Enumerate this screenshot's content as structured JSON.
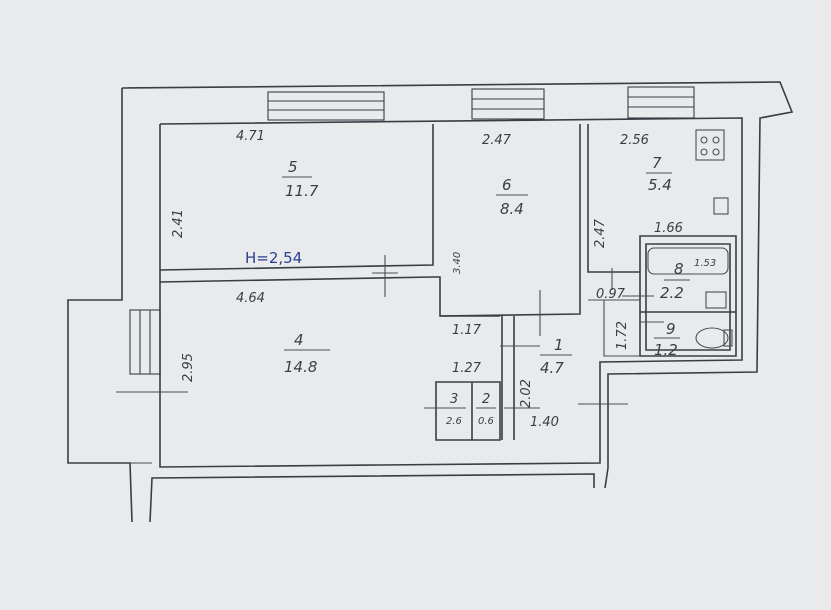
{
  "plan": {
    "height_note": "H=2,54",
    "rooms": [
      {
        "id": "5",
        "number": "5",
        "area": "11.7",
        "width": "4.71",
        "depth": "2.41"
      },
      {
        "id": "6",
        "number": "6",
        "area": "8.4",
        "width": "2.47",
        "depth": "3.40"
      },
      {
        "id": "7",
        "number": "7",
        "area": "5.4",
        "width": "2.56",
        "depth": "2.47"
      },
      {
        "id": "4",
        "number": "4",
        "area": "14.8",
        "width": "4.64",
        "depth": "2.95"
      },
      {
        "id": "1",
        "number": "1",
        "area": "4.7",
        "width": "1.40",
        "depth": "2.02"
      },
      {
        "id": "bath",
        "number": "8",
        "area": "2.2",
        "width": "1.66",
        "depth": "0.97",
        "extra": "1.53"
      },
      {
        "id": "wc",
        "number": "9",
        "area": "1.2",
        "depth": "1.72"
      },
      {
        "id": "3",
        "number": "3",
        "area": "2.6"
      },
      {
        "id": "2",
        "number": "2",
        "area": "0.6"
      }
    ],
    "extra_dims": {
      "corridor_width": "1.17",
      "closet_width": "1.27"
    }
  }
}
